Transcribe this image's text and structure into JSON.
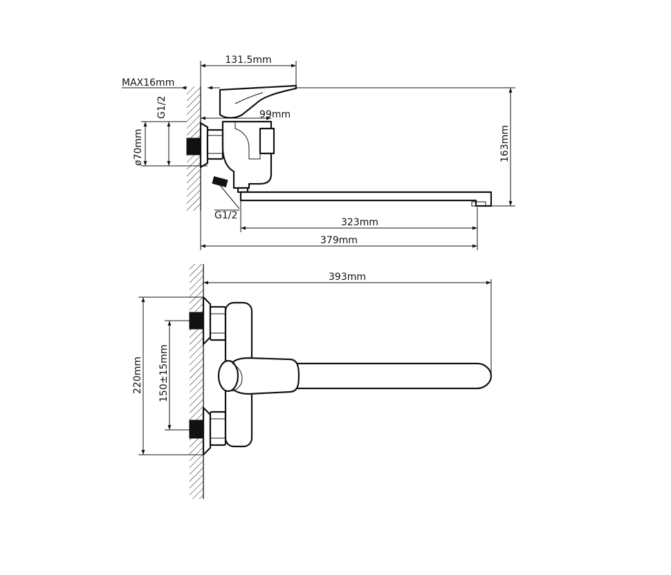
{
  "side_view": {
    "width_131": "131.5mm",
    "max16": "MAX16mm",
    "g12_top": "G1/2",
    "d99": "99mm",
    "d70": "ø70mm",
    "h163": "163mm",
    "g12_bottom": "G1/2",
    "l323": "323mm",
    "l379": "379mm"
  },
  "top_view": {
    "l393": "393mm",
    "h220": "220mm",
    "c150": "150±15mm"
  }
}
